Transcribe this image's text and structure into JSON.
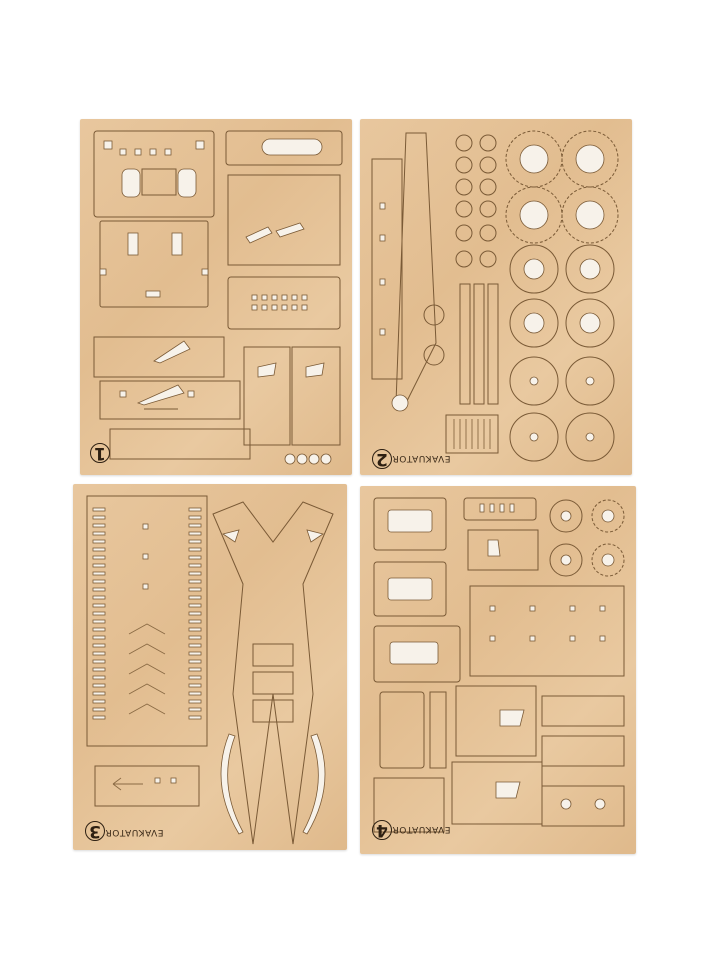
{
  "sheets": [
    {
      "number": "1",
      "brand": ""
    },
    {
      "number": "2",
      "brand": "EVAKUATOR"
    },
    {
      "number": "3",
      "brand": "EVAKUATOR"
    },
    {
      "number": "4",
      "brand": "EVAKUATOR"
    }
  ],
  "colors": {
    "wood": "#e5c397",
    "cut_line": "#7a5a36",
    "background": "#ffffff"
  }
}
